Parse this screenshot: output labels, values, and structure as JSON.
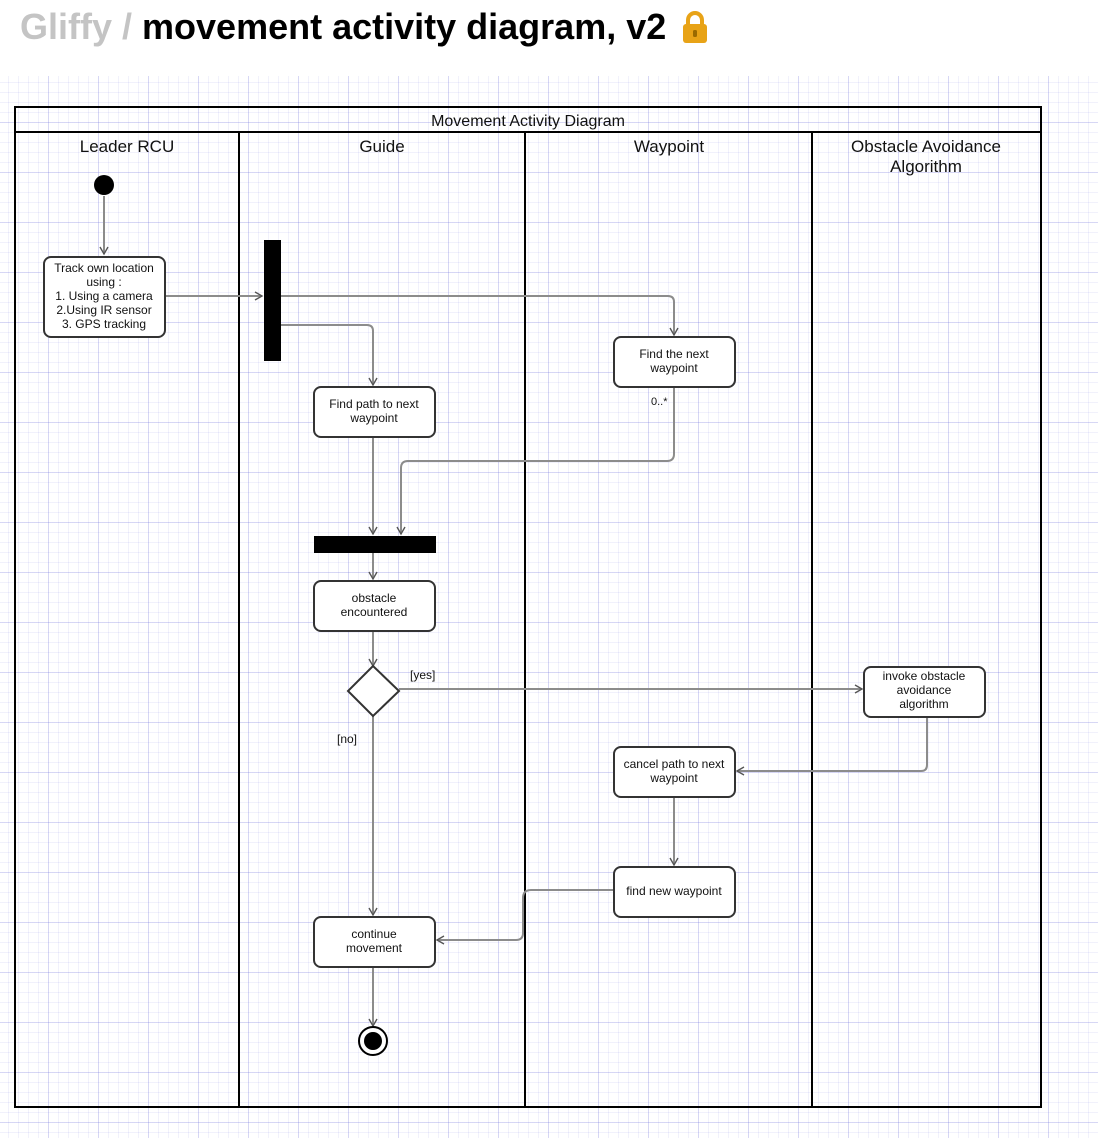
{
  "header": {
    "breadcrumb": "Gliffy",
    "separator": "/",
    "title": "movement activity diagram, v2",
    "lock_icon": "lock-icon"
  },
  "diagram": {
    "title": "Movement Activity Diagram",
    "lanes": [
      {
        "name": "Leader RCU",
        "lines": [
          "Leader RCU"
        ]
      },
      {
        "name": "Guide",
        "lines": [
          "Guide"
        ]
      },
      {
        "name": "Waypoint",
        "lines": [
          "Waypoint"
        ]
      },
      {
        "name": "Obstacle Avoidance Algorithm",
        "lines": [
          "Obstacle Avoidance",
          "Algorithm"
        ]
      }
    ],
    "activities": {
      "track": [
        "Track own location",
        "using :",
        "1. Using a camera",
        "2.Using IR sensor",
        "3. GPS tracking"
      ],
      "find_next": [
        "Find the next",
        "waypoint"
      ],
      "find_path": [
        "Find path to next",
        "waypoint"
      ],
      "obstacle": [
        "obstacle",
        "encountered"
      ],
      "invoke": [
        "invoke obstacle",
        "avoidance",
        "algorithm"
      ],
      "cancel": [
        "cancel path to next",
        "waypoint"
      ],
      "find_new": [
        "find new waypoint"
      ],
      "continue": [
        "continue",
        "movement"
      ]
    },
    "labels": {
      "multiplicity": "0..*",
      "yes": "[yes]",
      "no": "[no]"
    }
  },
  "colors": {
    "lock": "#E8A317",
    "connector": "#8c8c8c",
    "grid": "#b8b8e8"
  }
}
